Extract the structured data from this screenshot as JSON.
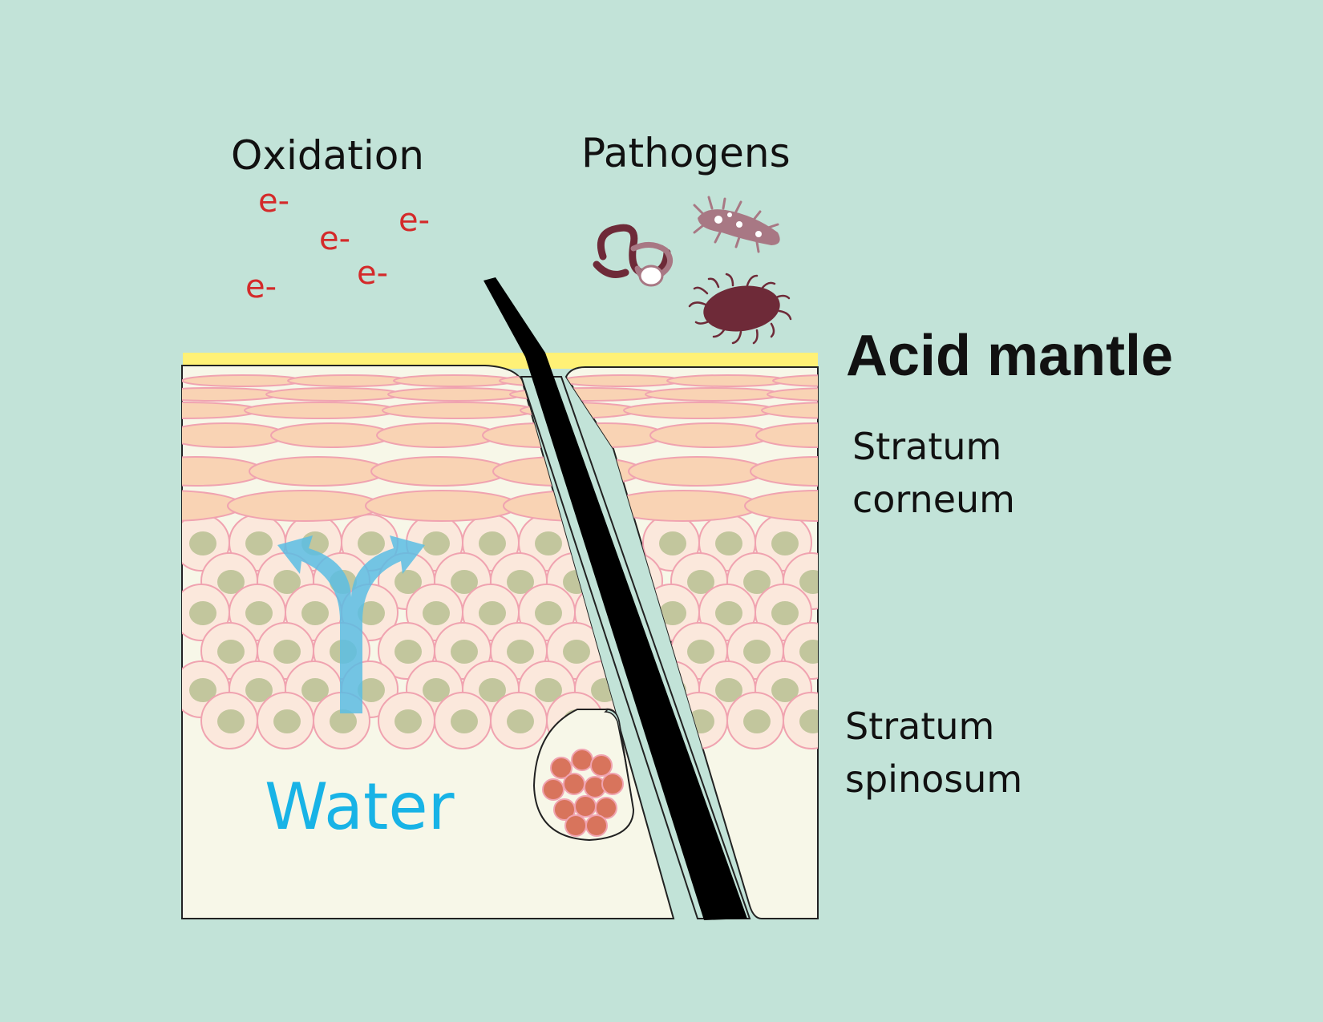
{
  "labels": {
    "oxidation": "Oxidation",
    "pathogens": "Pathogens",
    "acid_mantle": "Acid mantle",
    "stratum_corneum_line1": "Stratum",
    "stratum_corneum_line2": "corneum",
    "stratum_spinosum_line1": "Stratum",
    "stratum_spinosum_line2": "spinosum",
    "water": "Water"
  },
  "electrons": [
    "e-",
    "e-",
    "e-",
    "e-",
    "e-"
  ],
  "colors": {
    "background": "#c2e3d8",
    "acid_mantle": "#fff176",
    "corneum_cell": "#f9d3b4",
    "cell_outline": "#f0a3b0",
    "spinosum_cell": "#fbe8dc",
    "nucleus": "#c2c69d",
    "tissue": "#f7f7e8",
    "hair": "#000000",
    "follicle_sheath": "#c2e3d8",
    "gland_cells": "#d8745c",
    "water_arrow": "#5bbde4",
    "water_text": "#18b3e6",
    "electron_text": "#d42a2a",
    "pathogen_dark": "#6e2a38",
    "pathogen_light": "#a87884"
  },
  "icons": [
    "worm-pathogen-icon",
    "spiky-bacterium-icon",
    "round-bacterium-icon",
    "water-split-arrow-icon"
  ]
}
